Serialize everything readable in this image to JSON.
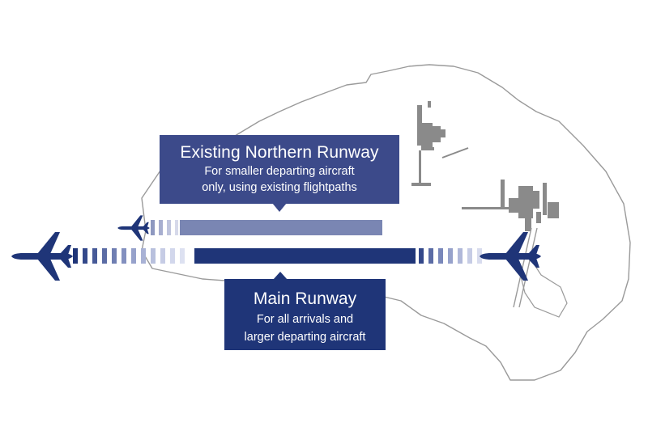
{
  "colors": {
    "northern_box": "#3c4a8a",
    "main_box": "#1f3578",
    "northern_runway": "#7a86b3",
    "main_runway": "#1f3578",
    "aircraft": "#1f3578",
    "outline": "#9a9a9a",
    "buildings": "#8a8a8a"
  },
  "northern_runway": {
    "title": "Existing Northern Runway",
    "desc_line1": "For smaller departing aircraft",
    "desc_line2": "only, using existing flightpaths"
  },
  "main_runway": {
    "title": "Main Runway",
    "desc_line1": "For all arrivals and",
    "desc_line2": "larger departing aircraft"
  },
  "icons": {
    "aircraft": "airplane-icon"
  }
}
